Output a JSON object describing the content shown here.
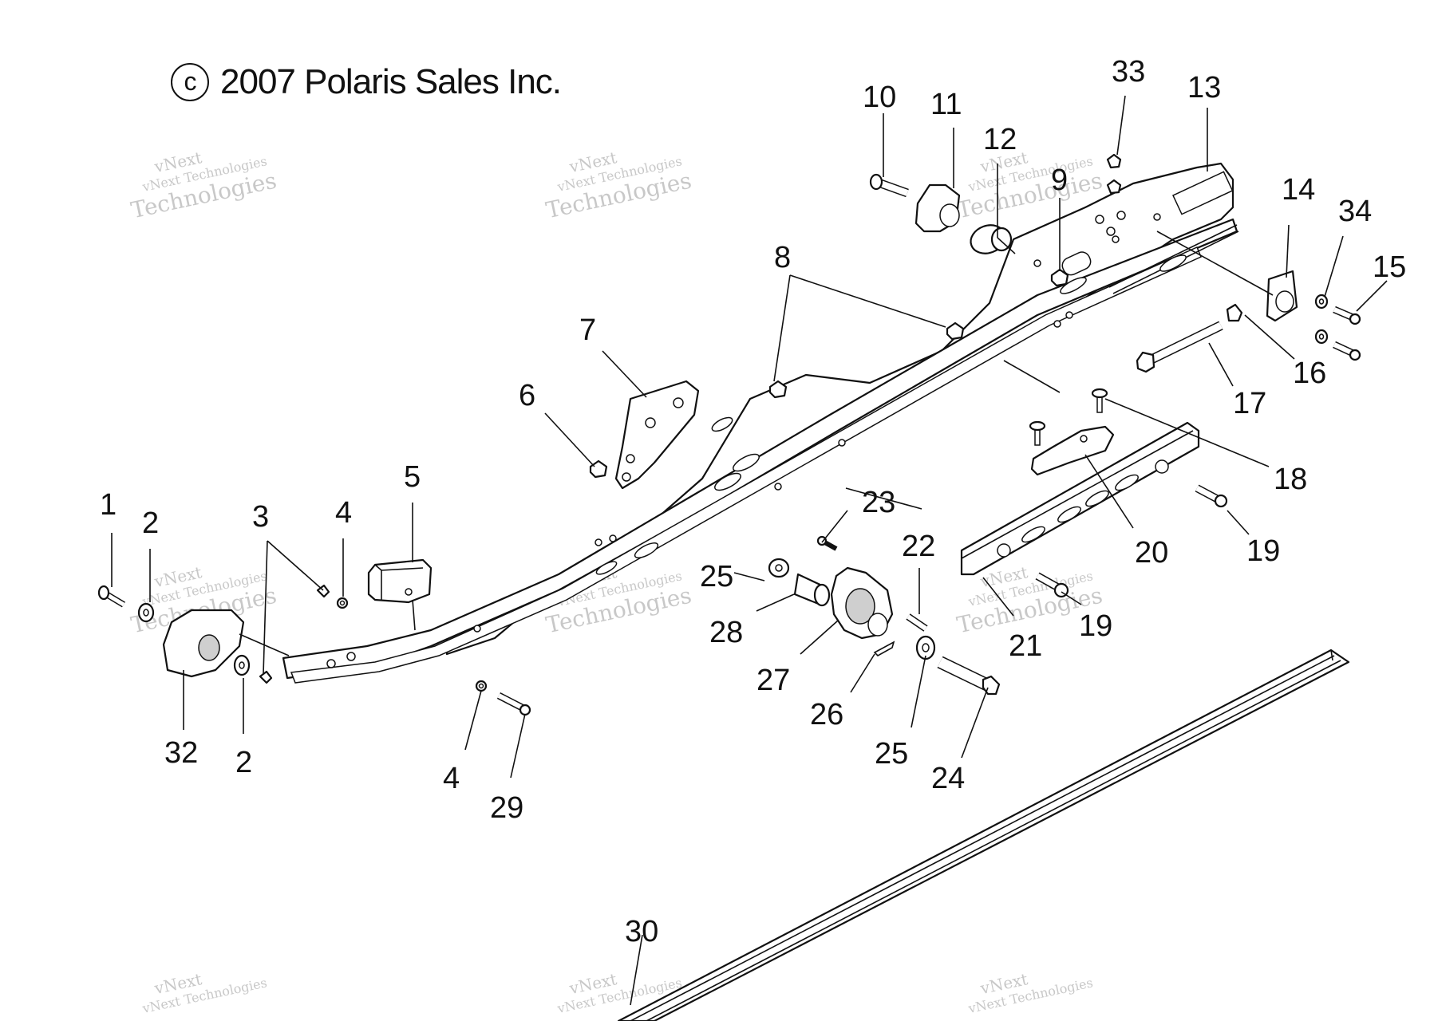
{
  "copyright": {
    "symbol": "c",
    "text": "2007 Polaris Sales Inc."
  },
  "watermark": {
    "line1": "vNext Technologies",
    "line2": "Technologies",
    "line3": "vNext"
  },
  "callouts": [
    "1",
    "2",
    "3",
    "4",
    "5",
    "6",
    "7",
    "8",
    "9",
    "10",
    "11",
    "12",
    "13",
    "14",
    "15",
    "16",
    "17",
    "18",
    "19",
    "20",
    "21",
    "22",
    "23",
    "24",
    "25",
    "26",
    "27",
    "28",
    "29",
    "30",
    "32",
    "33",
    "34"
  ]
}
